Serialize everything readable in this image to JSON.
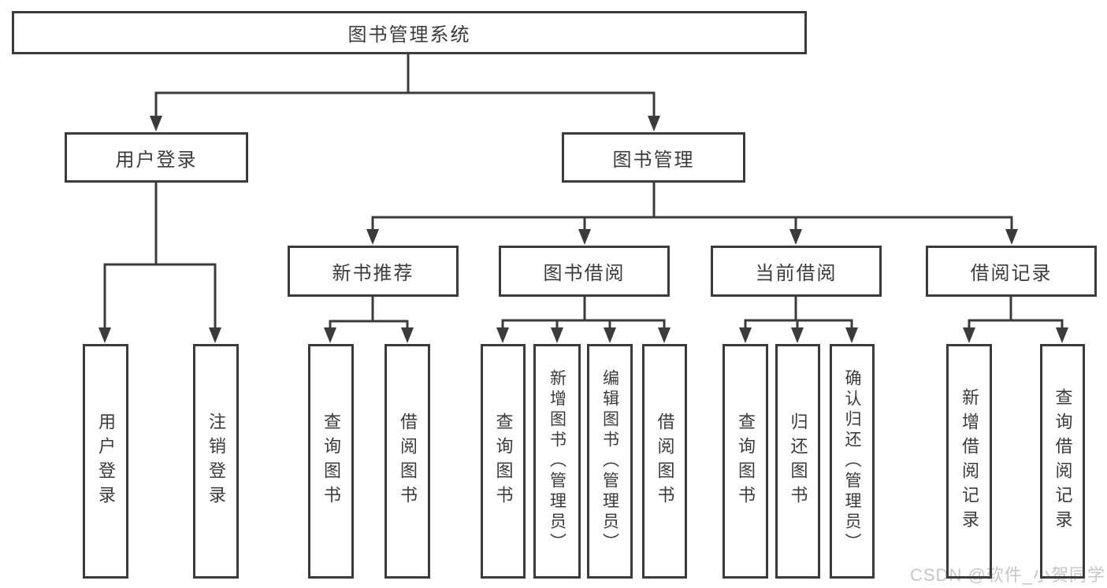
{
  "diagram_type": "tree",
  "tree": {
    "label": "图书管理系统",
    "children": [
      {
        "label": "用户登录",
        "children": [
          {
            "label": "用户登录"
          },
          {
            "label": "注销登录"
          }
        ]
      },
      {
        "label": "图书管理",
        "children": [
          {
            "label": "新书推荐",
            "children": [
              {
                "label": "查询图书"
              },
              {
                "label": "借阅图书"
              }
            ]
          },
          {
            "label": "图书借阅",
            "children": [
              {
                "label": "查询图书"
              },
              {
                "label": "新增图书（管理员）"
              },
              {
                "label": "编辑图书（管理员）"
              },
              {
                "label": "借阅图书"
              }
            ]
          },
          {
            "label": "当前借阅",
            "children": [
              {
                "label": "查询图书"
              },
              {
                "label": "归还图书"
              },
              {
                "label": "确认归还（管理员）"
              }
            ]
          },
          {
            "label": "借阅记录",
            "children": [
              {
                "label": "新增借阅记录"
              },
              {
                "label": "查询借阅记录"
              }
            ]
          }
        ]
      }
    ]
  },
  "watermark": "CSDN @软件_小贺同学",
  "colors": {
    "line": "#3b3b3b",
    "text": "#3b3b3b",
    "watermark": "#c6c6c6",
    "background": "#ffffff"
  }
}
